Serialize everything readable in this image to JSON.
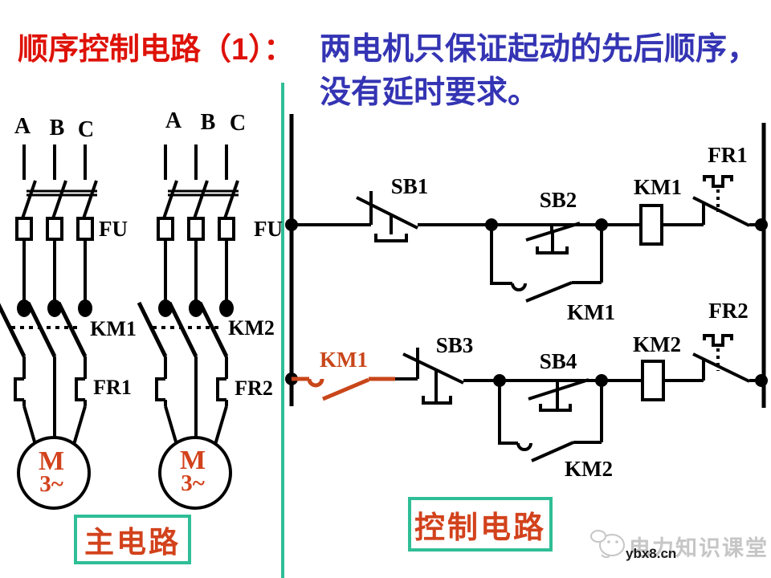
{
  "colors": {
    "title_red": "#de1208",
    "title_blue": "#3434b4",
    "teal_accent": "#2fbe96",
    "orange_contact": "#c8461a",
    "caption_red": "#d2421c"
  },
  "title": {
    "heading": "顺序控制电路（1）：",
    "desc_line1": "两电机只保证起动的先后顺序，",
    "desc_line2": "没有延时要求。"
  },
  "main_circuit": {
    "caption": "主电路",
    "feeder1": {
      "phase_a": "A",
      "phase_b": "B",
      "phase_c": "C",
      "fuse": "FU",
      "contactor": "KM1",
      "overload": "FR1",
      "motor": "M",
      "motor_phases": "3~"
    },
    "feeder2": {
      "phase_a": "A",
      "phase_b": "B",
      "phase_c": "C",
      "fuse": "FU",
      "contactor": "KM2",
      "overload": "FR2",
      "motor": "M",
      "motor_phases": "3~"
    }
  },
  "control_circuit": {
    "caption": "控制电路",
    "rung1": {
      "stop_button": "SB1",
      "start_button": "SB2",
      "seal_in_contact": "KM1",
      "coil": "KM1",
      "overload_contact": "FR1"
    },
    "rung2": {
      "sequence_contact": "KM1",
      "stop_button": "SB3",
      "start_button": "SB4",
      "seal_in_contact": "KM2",
      "coil": "KM2",
      "overload_contact": "FR2"
    }
  },
  "watermark": {
    "brand": "电力知识课堂",
    "site": "ybx8.cn"
  }
}
